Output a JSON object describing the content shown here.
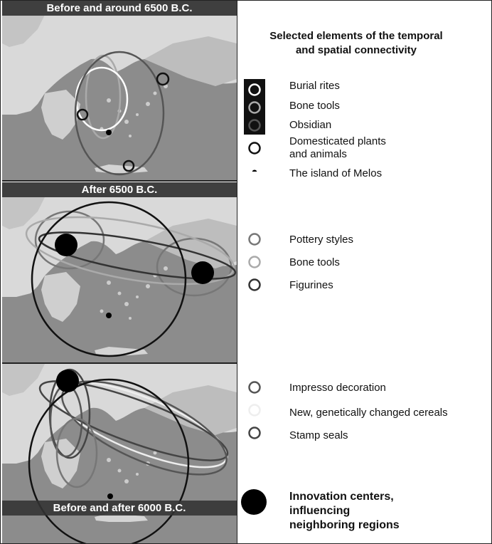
{
  "panels": {
    "top": {
      "title": "Before and around 6500 B.C."
    },
    "middle": {
      "title": "After 6500 B.C."
    },
    "bottom": {
      "title": "Before and after 6000 B.C."
    }
  },
  "legend": {
    "title_line1": "Selected elements of the temporal",
    "title_line2": "and spatial connectivity",
    "group1": [
      {
        "label": "Burial rites",
        "color": "#ffffff"
      },
      {
        "label": "Bone tools",
        "color": "#aaaaaa"
      },
      {
        "label": "Obsidian",
        "color": "#555555"
      },
      {
        "label_line1": "Domesticated plants",
        "label_line2": "and animals",
        "color": "#111111"
      },
      {
        "label": "The island of Melos",
        "color": "#000000"
      }
    ],
    "group2": [
      {
        "label": "Pottery styles",
        "color": "#777777"
      },
      {
        "label": "Bone tools",
        "color": "#aaaaaa"
      },
      {
        "label": "Figurines",
        "color": "#333333"
      }
    ],
    "group3": [
      {
        "label": "Impresso decoration",
        "color": "#555555"
      },
      {
        "label": "New, genetically changed cereals",
        "color": "#eeeeee"
      },
      {
        "label": "Stamp seals",
        "color": "#444444"
      }
    ],
    "innovation": {
      "line1": "Innovation centers,",
      "line2": "influencing",
      "line3": "neighboring regions",
      "color": "#000000"
    }
  }
}
